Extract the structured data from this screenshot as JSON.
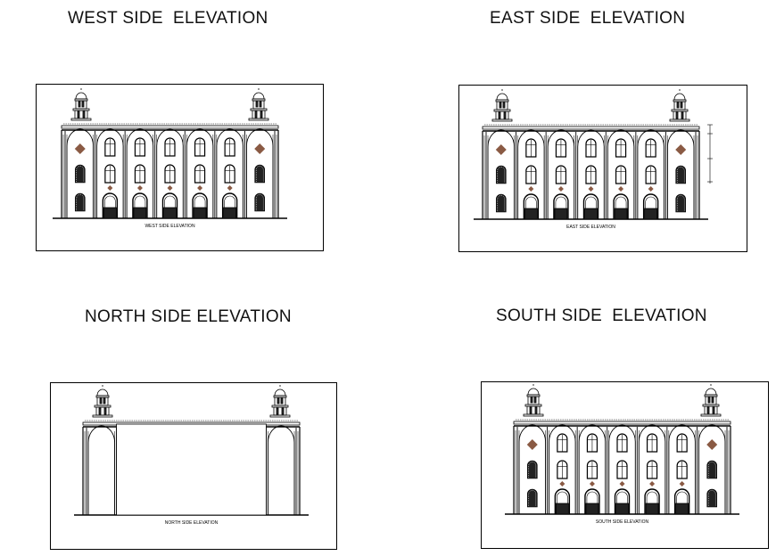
{
  "sheets": [
    {
      "key": "west",
      "heading": "WEST SIDE  ELEVATION",
      "caption": "WEST SIDE ELEVATION",
      "style": "windows"
    },
    {
      "key": "east",
      "heading": "EAST SIDE  ELEVATION",
      "caption": "EAST SIDE ELEVATION",
      "style": "windows-dims"
    },
    {
      "key": "north",
      "heading": "NORTH SIDE ELEVATION",
      "caption": "NORTH SIDE ELEVATION",
      "style": "blank"
    },
    {
      "key": "south",
      "heading": "SOUTH SIDE  ELEVATION",
      "caption": "SOUTH SIDE ELEVATION",
      "style": "windows"
    }
  ],
  "colors": {
    "line": "#000000",
    "diamond": "#8a5a44",
    "background": "#ffffff"
  }
}
